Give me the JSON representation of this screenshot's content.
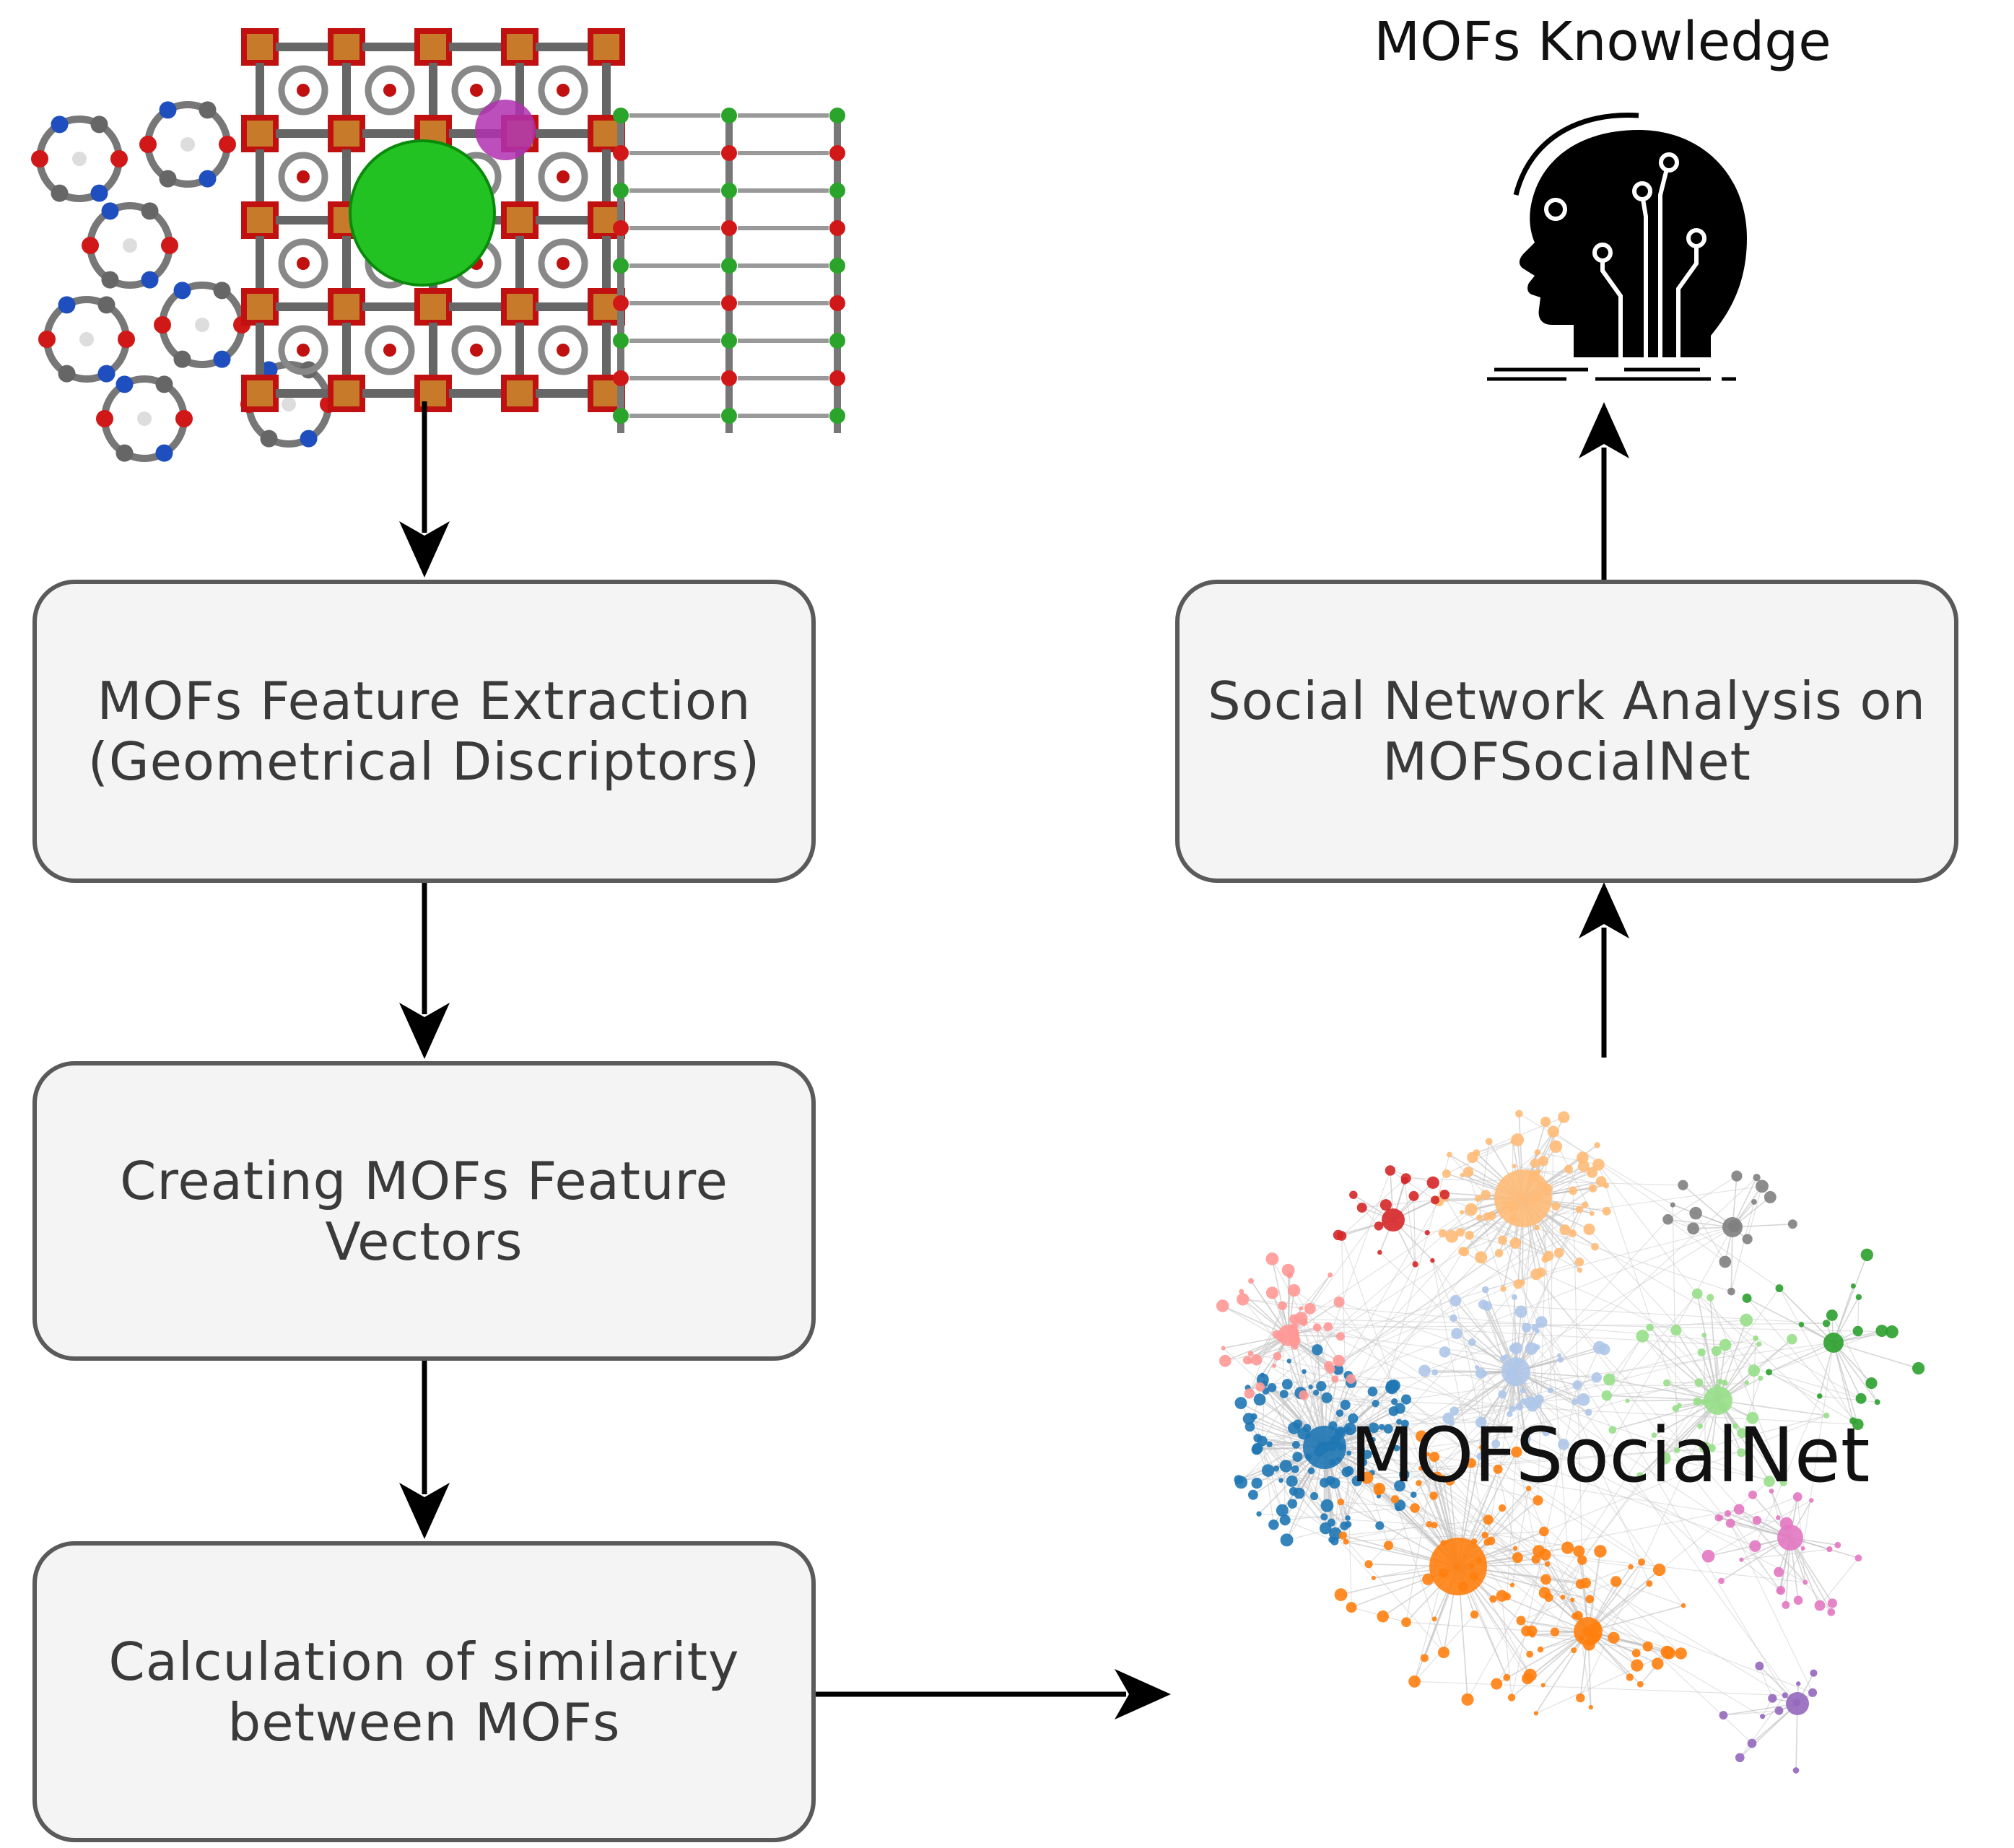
{
  "diagram": {
    "knowledge_title": "MOFs Knowledge",
    "network_label": "MOFSocialNet",
    "steps": [
      {
        "id": "feature-extraction",
        "label": "MOFs Feature Extraction\n(Geometrical Discriptors)"
      },
      {
        "id": "feature-vectors",
        "label": "Creating MOFs Feature\nVectors"
      },
      {
        "id": "similarity",
        "label": "Calculation of similarity\nbetween MOFs"
      },
      {
        "id": "sna",
        "label": "Social Network Analysis on\nMOFSocialNet"
      }
    ],
    "icons": {
      "structures": "mof-crystal-structures-image",
      "head": "ai-head-circuit-icon",
      "network": "social-network-graph-image"
    },
    "colors": {
      "box_fill": "#f4f4f4",
      "box_border": "#5a5a5a",
      "arrow": "#000000",
      "cluster_blue": "#1f77b4",
      "cluster_orange": "#ff7f0e",
      "cluster_light_orange": "#ffbb78",
      "cluster_light_blue": "#aec7e8",
      "cluster_green": "#2ca02c",
      "cluster_light_green": "#98df8a",
      "cluster_pink": "#e377c2",
      "cluster_red": "#d62728",
      "cluster_light_red": "#ff9896",
      "cluster_purple": "#9467bd",
      "cluster_gray": "#7f7f7f"
    }
  }
}
